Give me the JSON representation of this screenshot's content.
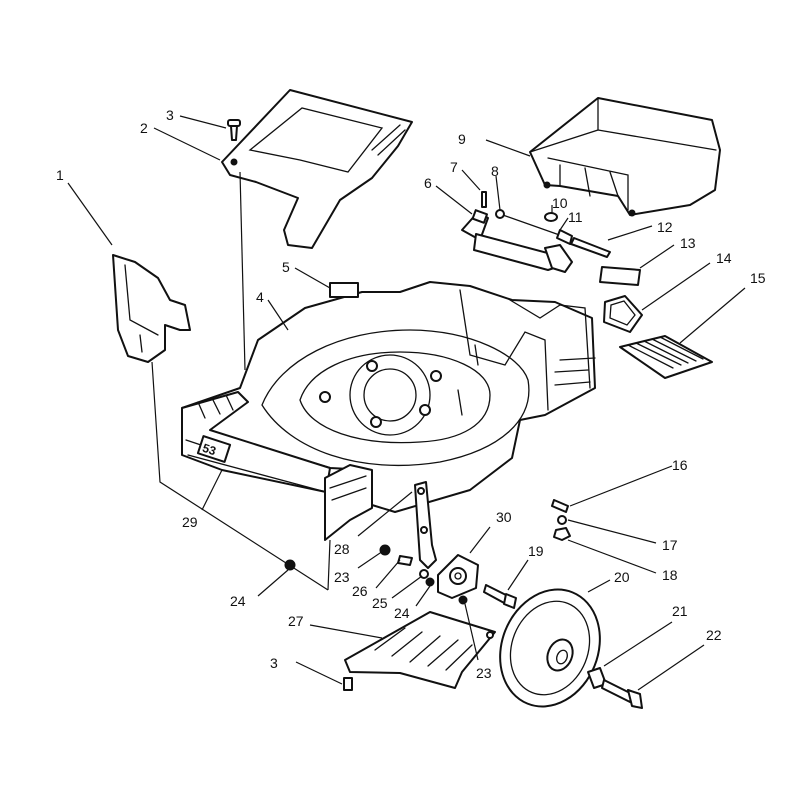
{
  "callouts": [
    {
      "id": "c1",
      "label": "1"
    },
    {
      "id": "c2",
      "label": "2"
    },
    {
      "id": "c3a",
      "label": "3"
    },
    {
      "id": "c4",
      "label": "4"
    },
    {
      "id": "c5",
      "label": "5"
    },
    {
      "id": "c6",
      "label": "6"
    },
    {
      "id": "c7",
      "label": "7"
    },
    {
      "id": "c8",
      "label": "8"
    },
    {
      "id": "c9",
      "label": "9"
    },
    {
      "id": "c10",
      "label": "10"
    },
    {
      "id": "c11",
      "label": "11"
    },
    {
      "id": "c12",
      "label": "12"
    },
    {
      "id": "c13",
      "label": "13"
    },
    {
      "id": "c14",
      "label": "14"
    },
    {
      "id": "c15",
      "label": "15"
    },
    {
      "id": "c16",
      "label": "16"
    },
    {
      "id": "c17",
      "label": "17"
    },
    {
      "id": "c18",
      "label": "18"
    },
    {
      "id": "c19",
      "label": "19"
    },
    {
      "id": "c20",
      "label": "20"
    },
    {
      "id": "c21",
      "label": "21"
    },
    {
      "id": "c22",
      "label": "22"
    },
    {
      "id": "c23a",
      "label": "23"
    },
    {
      "id": "c23b",
      "label": "23"
    },
    {
      "id": "c24a",
      "label": "24"
    },
    {
      "id": "c24b",
      "label": "24"
    },
    {
      "id": "c25",
      "label": "25"
    },
    {
      "id": "c26",
      "label": "26"
    },
    {
      "id": "c27",
      "label": "27"
    },
    {
      "id": "c28",
      "label": "28"
    },
    {
      "id": "c29",
      "label": "29"
    },
    {
      "id": "c30",
      "label": "30"
    },
    {
      "id": "c3b",
      "label": "3"
    }
  ],
  "model_decal": "53"
}
